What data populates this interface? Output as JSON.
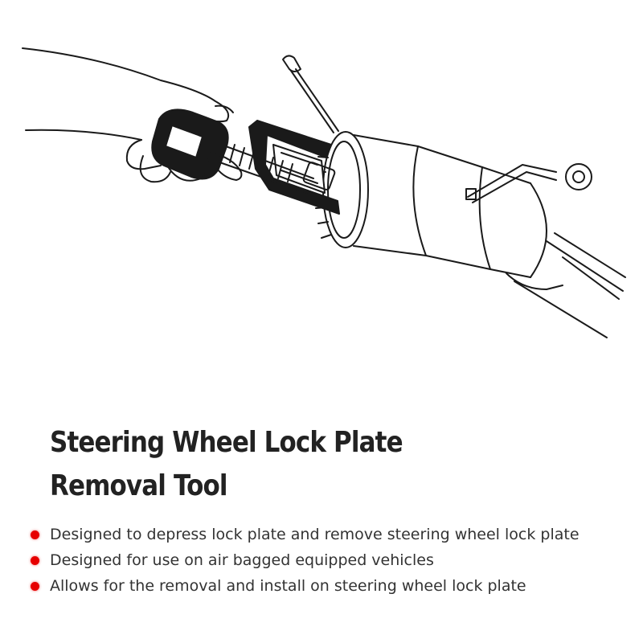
{
  "colors": {
    "bullet": "#e60000",
    "title": "#222222",
    "text": "#333333",
    "line_art": "#1a1a1a"
  },
  "illustration": {
    "icon": "steering-wheel-lock-plate-removal-tool-illustration"
  },
  "heading": {
    "line1": "Steering Wheel Lock Plate",
    "line2": "Removal Tool"
  },
  "features": [
    "Designed to depress lock plate and remove steering wheel lock plate",
    "Designed for use on air bagged equipped vehicles",
    "Allows for the removal and install on steering wheel lock plate"
  ]
}
